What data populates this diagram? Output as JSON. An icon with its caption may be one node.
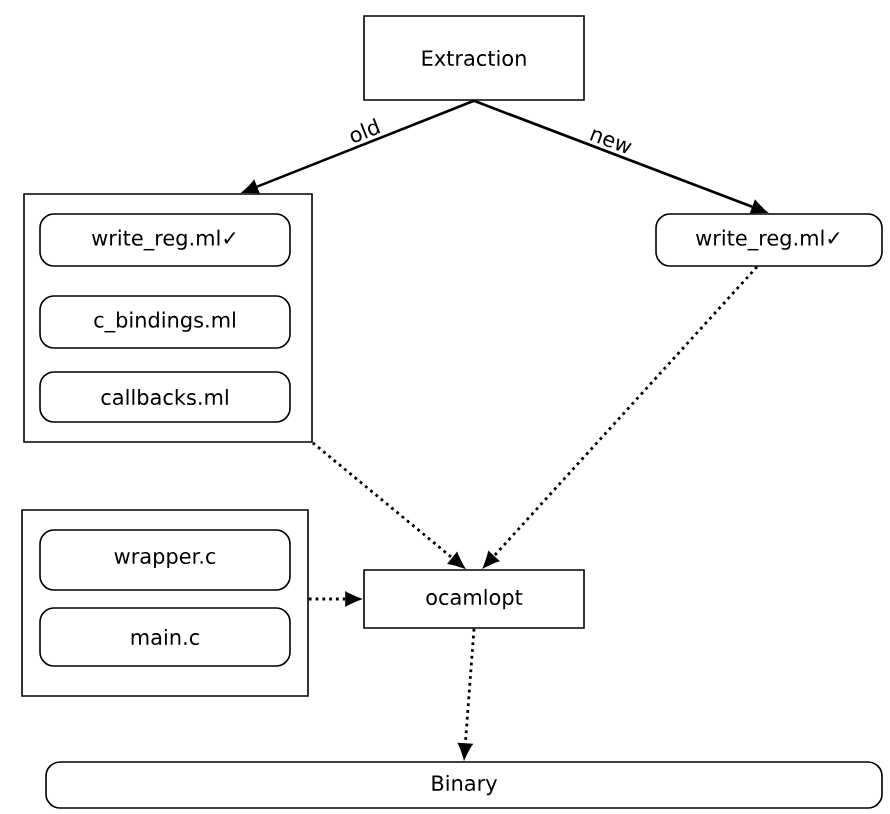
{
  "diagram": {
    "nodes": [
      {
        "text": [
          "Extraction"
        ]
      },
      {
        "text": [],
        "shape": "box"
      },
      {
        "text": [
          "write_reg.ml✓"
        ],
        "in": 1
      },
      {
        "text": [
          "c_bindings.ml"
        ],
        "in": 1
      },
      {
        "text": [
          "callbacks.ml"
        ],
        "in": 1
      },
      {
        "text": [
          "write_reg.ml✓"
        ]
      },
      {
        "text": [],
        "shape": "box"
      },
      {
        "text": [
          "wrapper.c"
        ],
        "in": 6
      },
      {
        "text": [
          "main.c"
        ],
        "in": 6
      },
      {
        "text": [
          "ocamlopt"
        ]
      },
      {
        "text": [
          "Binary"
        ]
      }
    ],
    "edges": [
      {
        "from": 0,
        "to": 1,
        "arrow": "to",
        "label": "old"
      },
      {
        "from": 0,
        "to": 5,
        "arrow": "to",
        "label": "new"
      },
      {
        "from": 1,
        "to": 9,
        "arrow": "to",
        "style": "dashed"
      },
      {
        "from": 5,
        "to": 9,
        "arrow": "to",
        "style": "dashed"
      },
      {
        "from": 6,
        "to": 9,
        "arrow": "to",
        "style": "dashed"
      },
      {
        "from": 9,
        "to": 10,
        "arrow": "to",
        "style": "dashed"
      }
    ]
  }
}
